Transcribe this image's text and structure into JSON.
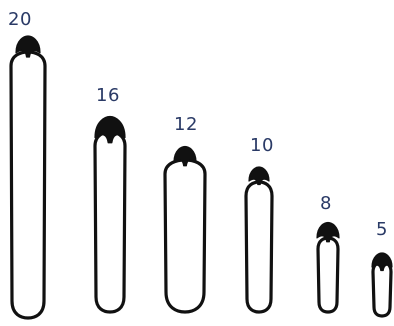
{
  "label_color": "#2a3a66",
  "ink_color": "#111111",
  "fill_color": "#ffffff",
  "specimens": [
    {
      "label": "20",
      "icon": "bean-sprout-icon"
    },
    {
      "label": "16",
      "icon": "bean-sprout-icon"
    },
    {
      "label": "12",
      "icon": "bean-sprout-icon"
    },
    {
      "label": "10",
      "icon": "bean-sprout-icon"
    },
    {
      "label": "8",
      "icon": "bean-sprout-icon"
    },
    {
      "label": "5",
      "icon": "bean-sprout-icon"
    }
  ]
}
